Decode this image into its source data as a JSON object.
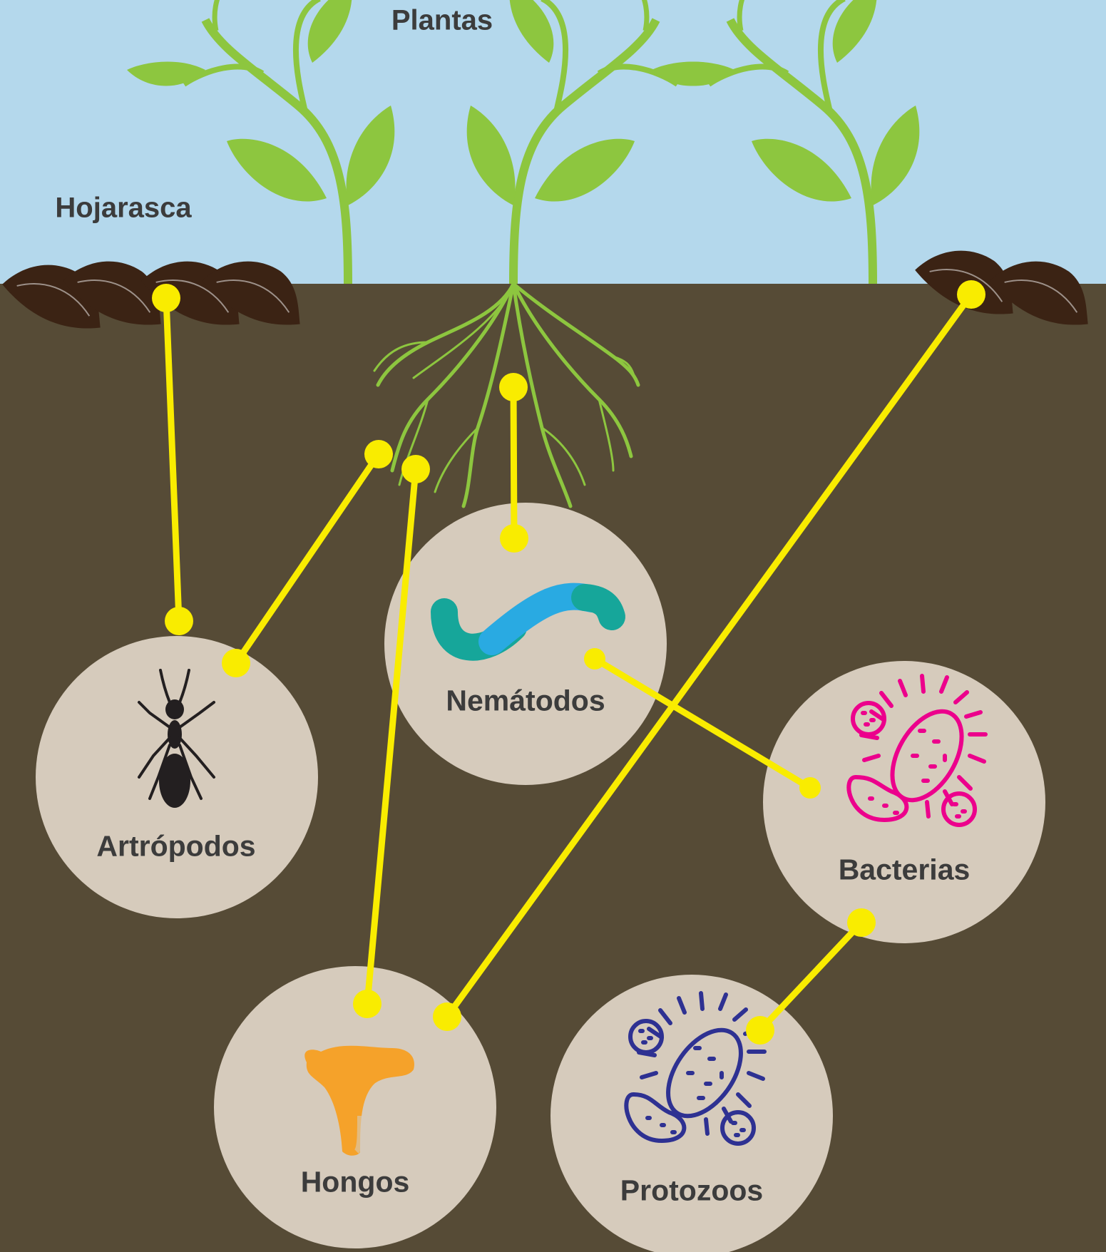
{
  "title": "Plantas",
  "labels": {
    "litter": "Hojarasca",
    "plants": "Plantas",
    "arthropods": "Artrópodos",
    "nematodes": "Nemátodos",
    "bacteria": "Bacterias",
    "fungi": "Hongos",
    "protozoa": "Protozoos"
  },
  "colors": {
    "sky": "#b4d8ec",
    "soil": "#564b36",
    "circle": "#d6cbbc",
    "connector": "#f9ec00",
    "plant": "#8dc63f",
    "leaf_litter": "#3b2314",
    "ant": "#231f20",
    "nematode_teal": "#16a69a",
    "nematode_blue": "#29aae2",
    "bacteria": "#ec008c",
    "protozoa": "#2e3192",
    "fungi": "#f5a22a",
    "text": "#3c3c3c"
  },
  "icons": [
    "leaf-litter-icon",
    "sprout-icon",
    "root-icon",
    "ant-icon",
    "worm-icon",
    "bacteria-icon",
    "protozoa-icon",
    "mushroom-icon"
  ]
}
